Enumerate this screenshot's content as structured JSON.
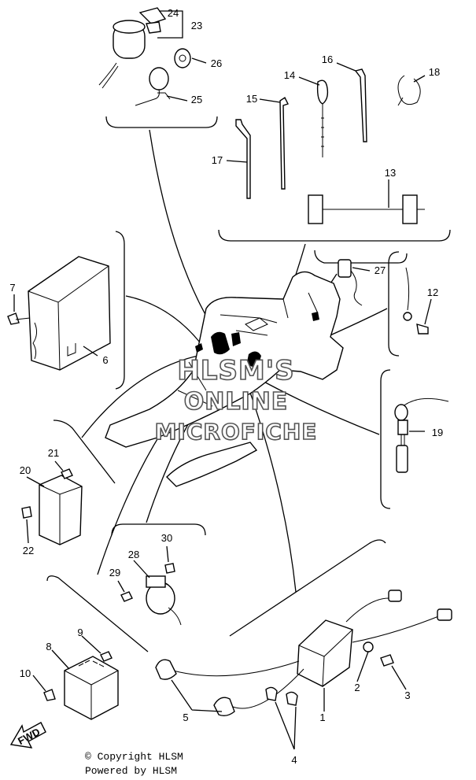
{
  "watermark": {
    "line1": "HLSM'S",
    "line2": "ONLINE",
    "line3": "MICROFICHE"
  },
  "footer": {
    "copyright": "© Copyright HLSM",
    "powered": "Powered by HLSM"
  },
  "fwd_arrow": {
    "text": "FWD"
  },
  "callouts": [
    {
      "n": "1"
    },
    {
      "n": "2"
    },
    {
      "n": "3"
    },
    {
      "n": "4"
    },
    {
      "n": "5"
    },
    {
      "n": "6"
    },
    {
      "n": "7"
    },
    {
      "n": "8"
    },
    {
      "n": "9"
    },
    {
      "n": "10"
    },
    {
      "n": "12"
    },
    {
      "n": "13"
    },
    {
      "n": "14"
    },
    {
      "n": "15"
    },
    {
      "n": "16"
    },
    {
      "n": "17"
    },
    {
      "n": "18"
    },
    {
      "n": "19"
    },
    {
      "n": "20"
    },
    {
      "n": "21"
    },
    {
      "n": "22"
    },
    {
      "n": "23"
    },
    {
      "n": "24"
    },
    {
      "n": "25"
    },
    {
      "n": "26"
    },
    {
      "n": "27"
    },
    {
      "n": "28"
    },
    {
      "n": "29"
    },
    {
      "n": "30"
    }
  ]
}
